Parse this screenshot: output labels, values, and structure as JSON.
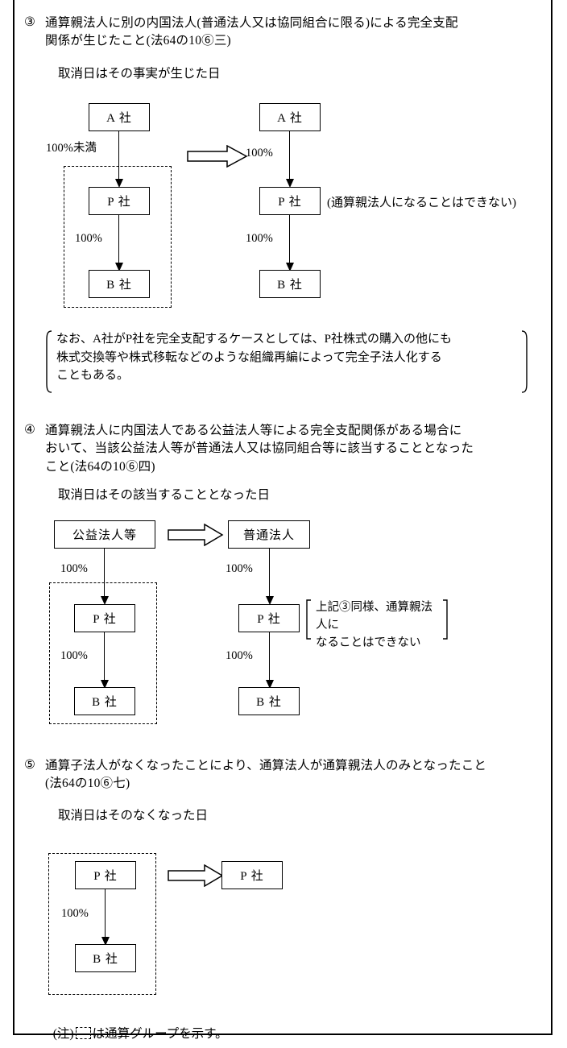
{
  "page": {
    "footnote_prefix": "(注)",
    "footnote_suffix": "は通算グループを示す。"
  },
  "sections": [
    {
      "marker": "③",
      "heading": "通算親法人に別の内国法人(普通法人又は協同組合に限る)による完全支配\n関係が生じたこと(法64の10⑥三)",
      "subnote": "取消日はその事実が生じた日",
      "diagram": {
        "left": {
          "top_box": "A 社",
          "edge1_label": "100%未満",
          "mid_box": "P 社",
          "edge2_label": "100%",
          "bottom_box": "B 社",
          "group_box": true
        },
        "right": {
          "top_box": "A 社",
          "edge1_label": "100%",
          "mid_box": "P 社",
          "edge2_label": "100%",
          "bottom_box": "B 社",
          "annotation": "(通算親法人になることはできない)"
        }
      },
      "note": "なお、A社がP社を完全支配するケースとしては、P社株式の購入の他にも\n株式交換等や株式移転などのような組織再編によって完全子法人化する\nこともある。"
    },
    {
      "marker": "④",
      "heading": "通算親法人に内国法人である公益法人等による完全支配関係がある場合に\nおいて、当該公益法人等が普通法人又は協同組合等に該当することとなった\nこと(法64の10⑥四)",
      "subnote": "取消日はその該当することとなった日",
      "diagram": {
        "left": {
          "top_box": "公益法人等",
          "edge1_label": "100%",
          "mid_box": "P 社",
          "edge2_label": "100%",
          "bottom_box": "B 社",
          "group_box": true
        },
        "right": {
          "top_box": "普通法人",
          "edge1_label": "100%",
          "mid_box": "P 社",
          "edge2_label": "100%",
          "bottom_box": "B 社",
          "annotation": "上記③同様、通算親法人に\nなることはできない"
        }
      }
    },
    {
      "marker": "⑤",
      "heading": "通算子法人がなくなったことにより、通算法人が通算親法人のみとなったこと\n(法64の10⑥七)",
      "subnote": "取消日はそのなくなった日",
      "diagram": {
        "left": {
          "top_box": "P 社",
          "edge1_label": "100%",
          "bottom_box": "B 社",
          "group_box": true
        },
        "right": {
          "top_box": "P 社"
        }
      }
    }
  ]
}
